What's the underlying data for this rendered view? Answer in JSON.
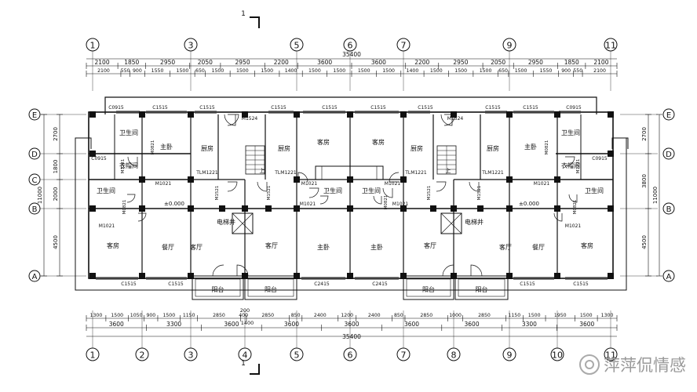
{
  "section_marks": {
    "top": "1",
    "bottom": "1"
  },
  "axes_vertical": [
    "1",
    "3",
    "5",
    "6",
    "7",
    "9",
    "11"
  ],
  "axes_vertical_bottom": [
    "1",
    "2",
    "3",
    "4",
    "5",
    "6",
    "7",
    "8",
    "9",
    "10",
    "11"
  ],
  "axes_horizontal_left": [
    "E",
    "D",
    "C",
    "B",
    "A"
  ],
  "axes_horizontal_right": [
    "E",
    "D",
    "B",
    "A"
  ],
  "dims": {
    "total": "35400",
    "top_row1": [
      "2100",
      "1850",
      "2950",
      "2050",
      "2950",
      "2200",
      "3600",
      "3600",
      "2200",
      "2950",
      "2050",
      "2950",
      "1850",
      "2100"
    ],
    "top_row2": [
      "2100",
      "550",
      "900",
      "1550",
      "1500",
      "650",
      "1500",
      "1500",
      "1500",
      "1400",
      "1500",
      "1500",
      "1500",
      "1500",
      "1400",
      "1500",
      "1500",
      "1500",
      "650",
      "1500",
      "1550",
      "900",
      "550",
      "2100"
    ],
    "bottom_row1": [
      "1300",
      "1500",
      "1050",
      "900",
      "1500",
      "1150",
      "2850",
      "400",
      "2850",
      "850",
      "2400",
      "1200",
      "2400",
      "850",
      "2850",
      "1000",
      "2850",
      "1150",
      "1500",
      "1950",
      "1500",
      "1300"
    ],
    "bottom_row2": [
      "3600",
      "3300",
      "3600",
      "3600",
      "3600",
      "3600",
      "3600",
      "3300",
      "3600"
    ],
    "bottom_mid": "200",
    "bottom_mid2": "1400",
    "left": [
      "2700",
      "1800",
      "2000",
      "4500"
    ],
    "left_total": "11000",
    "right": [
      "2700",
      "3800",
      "4500"
    ],
    "right_total": "11000"
  },
  "rooms": {
    "wc": "卫生间",
    "master_bed": "主卧",
    "kitchen": "厨房",
    "guest_room": "客房",
    "closet": "衣帽间",
    "living": "客厅",
    "dining": "餐厅",
    "balcony": "阳台",
    "elevator": "电梯井",
    "level": "±0.000"
  },
  "codes": {
    "c0915": "C0915",
    "c1515": "C1515",
    "c2415": "C2415",
    "m1524": "M1524",
    "m1221": "M1221",
    "tlm1221": "TLM1221",
    "m1021": "M1021",
    "m0821": "M0821",
    "m1521": "M1521",
    "stair_up": "上"
  },
  "watermark": "萍萍侃情感"
}
